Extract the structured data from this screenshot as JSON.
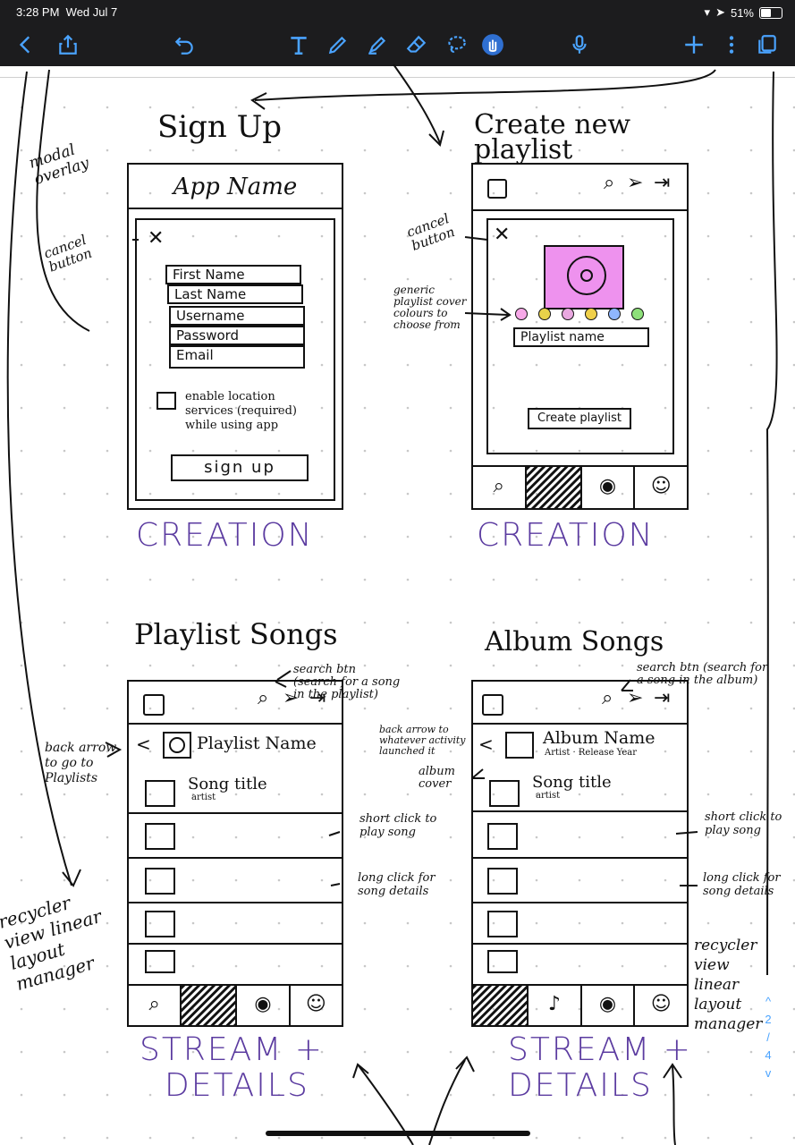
{
  "status": {
    "time": "3:28 PM",
    "date": "Wed Jul 7",
    "battery": "51%"
  },
  "toolbar": {
    "icons": [
      "back-icon",
      "share-icon",
      "undo-icon",
      "text-tool-icon",
      "pen-icon",
      "highlighter-icon",
      "eraser-icon",
      "lasso-icon",
      "hand-icon",
      "mic-icon",
      "add-icon",
      "more-icon",
      "pages-icon"
    ]
  },
  "pager": {
    "up": "^",
    "page": "2",
    "slash": "/",
    "total": "4",
    "down": "v"
  },
  "sketches": {
    "signup": {
      "title": "Sign Up",
      "app_name": "App Name",
      "fields": [
        "First Name",
        "Last Name",
        "Username",
        "Password",
        "Email"
      ],
      "checkbox": "enable location services (required) while using app",
      "button": "sign up",
      "section": "CREATION",
      "ann_modal": "modal overlay",
      "ann_cancel": "cancel button"
    },
    "create": {
      "title": "Create new playlist",
      "name_field": "Playlist name",
      "button": "Create playlist",
      "section": "CREATION",
      "ann_cancel": "cancel button",
      "ann_cover": "generic playlist cover colours to choose from",
      "colors": [
        "#f7a8e8",
        "#e8d24a",
        "#e9a8e0",
        "#f0d04a",
        "#8fb6ff",
        "#8ee07a"
      ],
      "cover_color": "#ee92ee"
    },
    "playlist": {
      "title": "Playlist Songs",
      "header": "Playlist Name",
      "song": "Song title",
      "artist": "artist",
      "section_1": "STREAM +",
      "section_2": "DETAILS",
      "ann_search": "search btn (search for a song in the playlist)",
      "ann_back": "back arrow to go to Playlists",
      "ann_short": "short click to play song",
      "ann_long": "long click for song details",
      "ann_recycler": "recycler view linear layout manager"
    },
    "album": {
      "title": "Album Songs",
      "header": "Album Name",
      "sub": "Artist · Release Year",
      "song": "Song title",
      "artist": "artist",
      "section_1": "STREAM +",
      "section_2": "DETAILS",
      "ann_search": "search btn (search for a song in the album)",
      "ann_back": "back arrow to whatever activity launched it",
      "ann_cover": "album cover",
      "ann_short": "short click to play song",
      "ann_long": "long click for song details",
      "ann_recycler": "recycler view linear layout manager"
    }
  }
}
